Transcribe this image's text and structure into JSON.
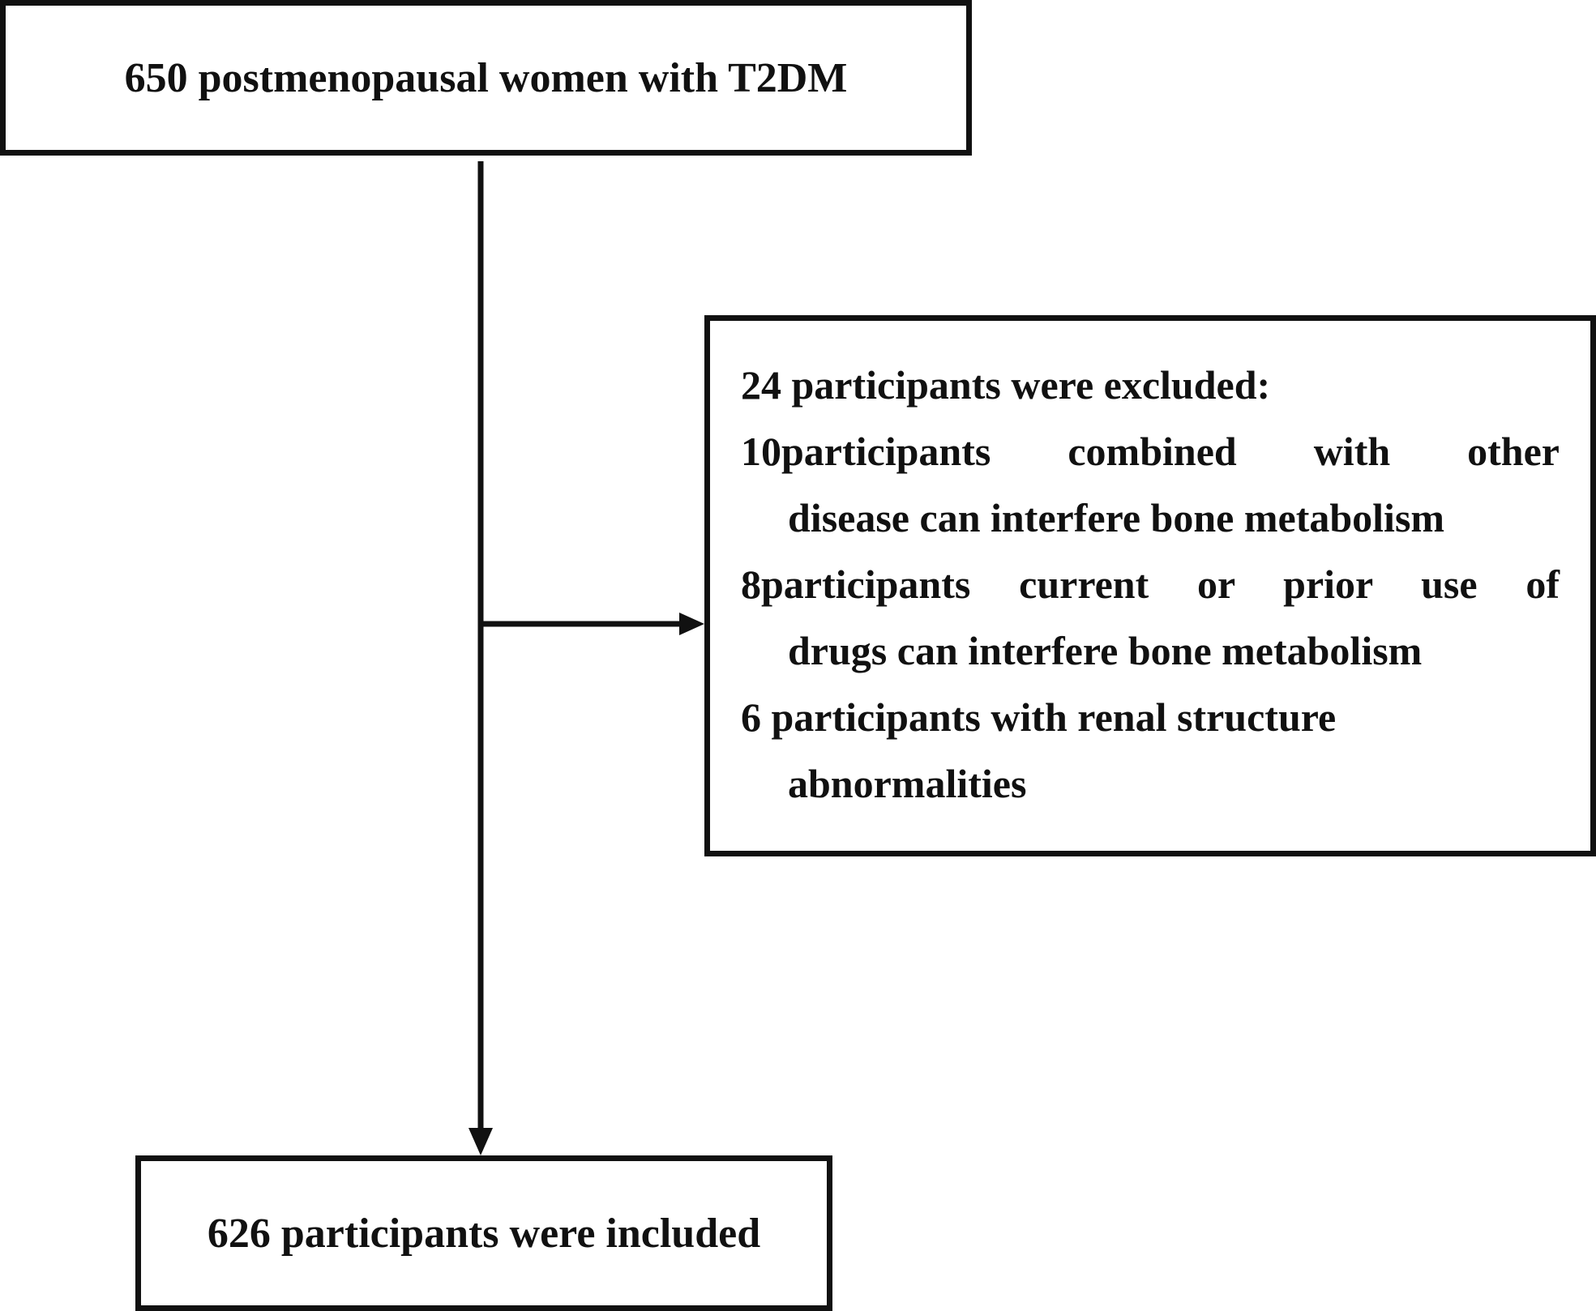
{
  "flowchart": {
    "top_box": {
      "text": "650 postmenopausal women with T2DM"
    },
    "exclusion_box": {
      "title": "24 participants were excluded:",
      "items": [
        {
          "line1": "10participants combined with other",
          "line2": "disease can interfere bone metabolism"
        },
        {
          "line1": "8participants current or prior use of",
          "line2": "drugs can interfere bone metabolism"
        },
        {
          "line1": "6 participants with renal structure",
          "line2": "abnormalities"
        }
      ]
    },
    "bottom_box": {
      "text": "626 participants were included"
    }
  }
}
